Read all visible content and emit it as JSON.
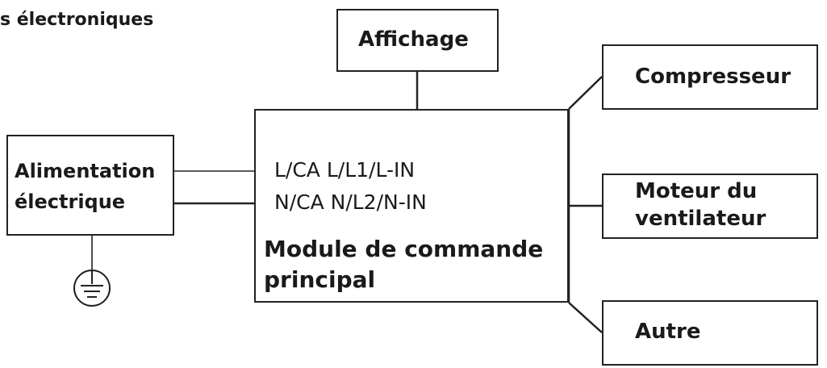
{
  "diagram": {
    "heading": "s électroniques",
    "nodes": {
      "display": "Affichage",
      "power": [
        "Alimentation",
        "électrique"
      ],
      "main_module": [
        "Module de commande",
        "principal"
      ],
      "compressor": "Compresseur",
      "fan_motor": [
        "Moteur du",
        "ventilateur"
      ],
      "other": "Autre"
    },
    "signals": {
      "line": "L/CA L/L1/L-IN",
      "neutral": "N/CA N/L2/N-IN"
    },
    "icons": {
      "ground": "ground-symbol-icon"
    }
  }
}
